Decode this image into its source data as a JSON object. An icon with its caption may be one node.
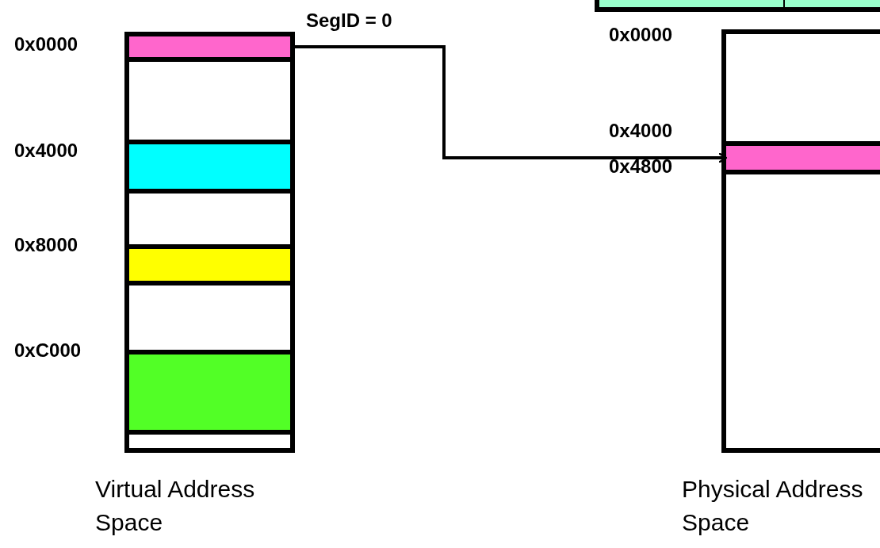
{
  "diagram": {
    "nodes": [
      {
        "text": [
          "Virtual Address Space"
        ]
      },
      {
        "text": [],
        "shape": "bar",
        "in": 0
      },
      {
        "text": [],
        "shape": "bar",
        "in": 0
      },
      {
        "text": [],
        "shape": "bar",
        "in": 0
      },
      {
        "text": [],
        "shape": "bar",
        "in": 0
      },
      {
        "text": [],
        "shape": "box"
      },
      {
        "text": [
          "Physical Address Space"
        ]
      },
      {
        "text": [],
        "shape": "bar",
        "in": 6
      }
    ],
    "edges": [
      {
        "from": 1,
        "to": 7,
        "arrow": "to",
        "label": "SegID = 0"
      }
    ],
    "labels": [
      "0x0000",
      "0x4000",
      "0x8000",
      "0xC000",
      "0x0000",
      "0x4000",
      "0x4800"
    ]
  }
}
